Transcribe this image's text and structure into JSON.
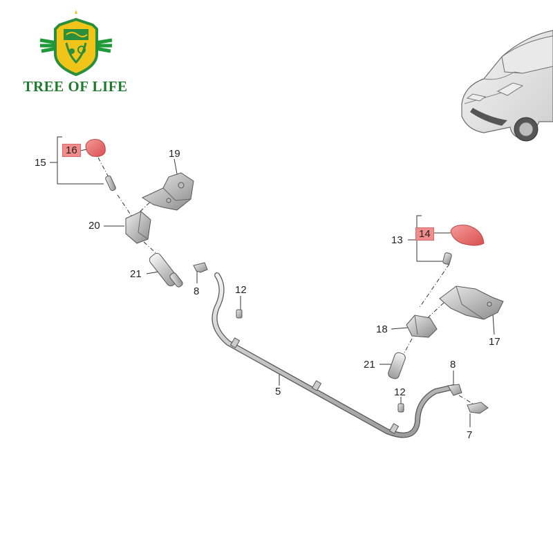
{
  "brand": {
    "name": "TREE OF LIFE",
    "icon": "shield-leaf-logo"
  },
  "colors": {
    "highlight": "#f28b8b",
    "cap_red": "#e85f5f",
    "brand_green": "#1f7a2e",
    "brand_gold": "#f0c419"
  },
  "callouts": [
    {
      "id": "c15",
      "text": "15"
    },
    {
      "id": "c16",
      "text": "16",
      "highlight": true
    },
    {
      "id": "c19",
      "text": "19"
    },
    {
      "id": "c20",
      "text": "20"
    },
    {
      "id": "c21a",
      "text": "21"
    },
    {
      "id": "c8a",
      "text": "8"
    },
    {
      "id": "c12a",
      "text": "12"
    },
    {
      "id": "c13",
      "text": "13"
    },
    {
      "id": "c14",
      "text": "14",
      "highlight": true
    },
    {
      "id": "c17",
      "text": "17"
    },
    {
      "id": "c18",
      "text": "18"
    },
    {
      "id": "c21b",
      "text": "21"
    },
    {
      "id": "c5",
      "text": "5"
    },
    {
      "id": "c12b",
      "text": "12"
    },
    {
      "id": "c8b",
      "text": "8"
    },
    {
      "id": "c7",
      "text": "7"
    }
  ]
}
